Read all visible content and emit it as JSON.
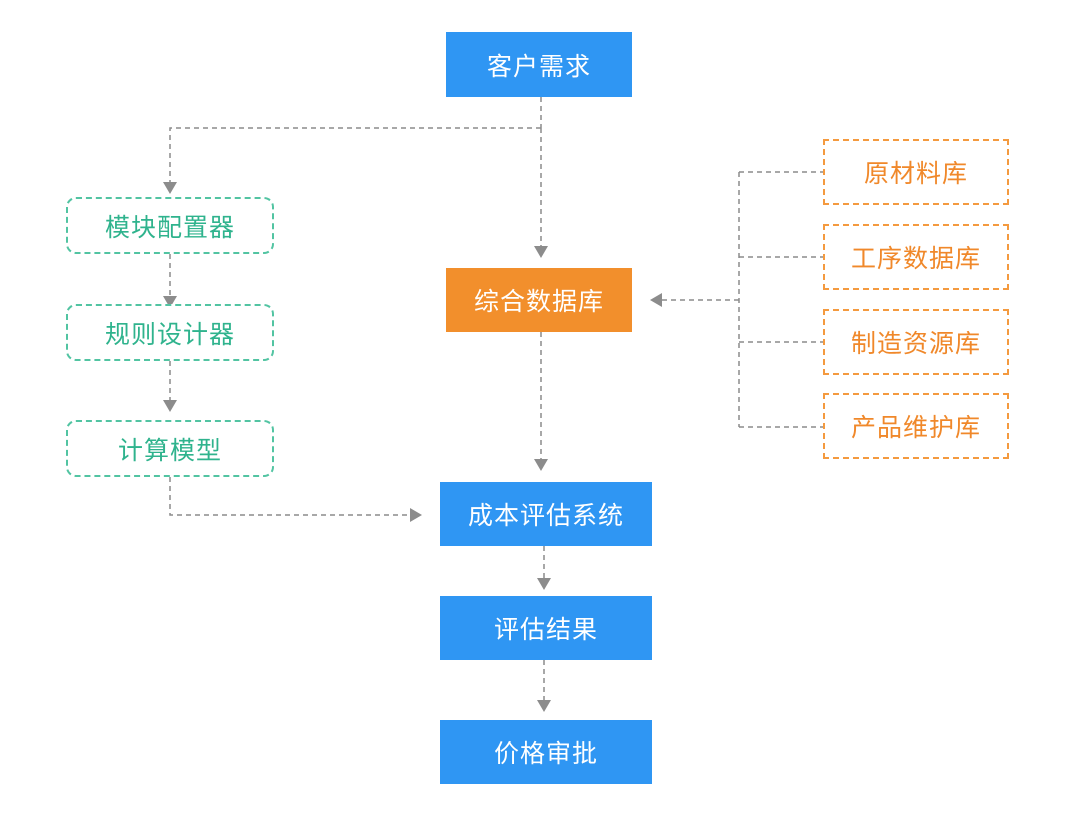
{
  "nodes": {
    "customer_demand": "客户需求",
    "module_configurator": "模块配置器",
    "rule_designer": "规则设计器",
    "calculation_model": "计算模型",
    "integrated_database": "综合数据库",
    "raw_material_library": "原材料库",
    "process_database": "工序数据库",
    "manufacturing_resource_library": "制造资源库",
    "product_maintenance_library": "产品维护库",
    "cost_evaluation_system": "成本评估系统",
    "evaluation_result": "评估结果",
    "price_approval": "价格审批"
  },
  "colors": {
    "primary_blue": "#2f96f3",
    "database_orange": "#f28f2c",
    "source_orange": "#f49a3f",
    "module_green": "#52c4a2",
    "connector_gray": "#8c8c8c"
  }
}
